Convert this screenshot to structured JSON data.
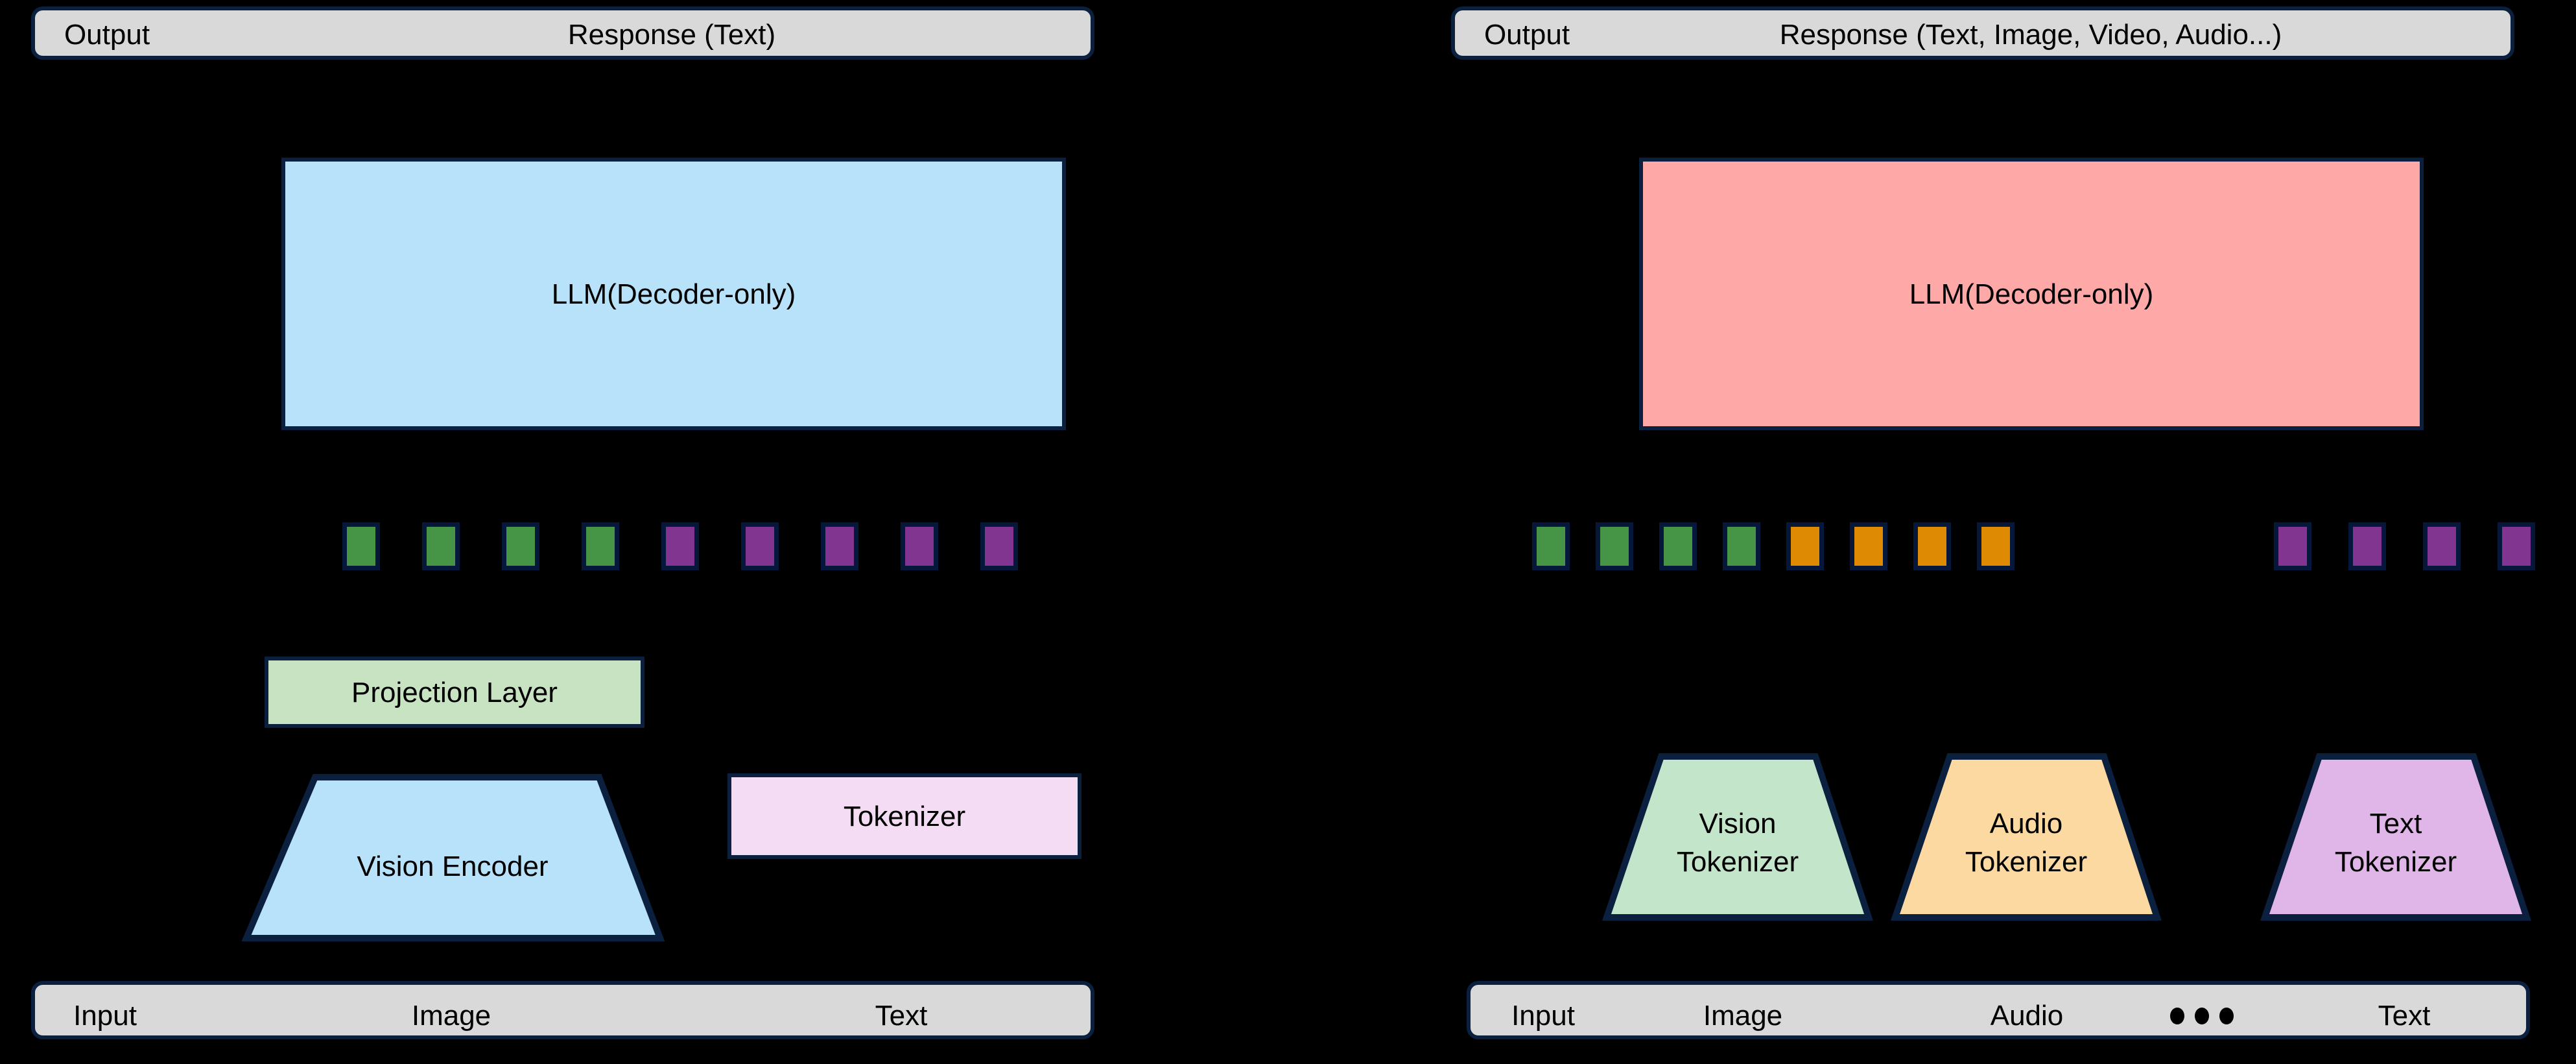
{
  "colors": {
    "background": "#000000",
    "border": "#0B1F3F",
    "token_border": "#05173A",
    "bar_fill": "#D9D9D9",
    "llm_left_fill": "#B8E2FA",
    "llm_right_fill": "#FFA8A8",
    "projection_fill": "#C7E3C2",
    "vision_encoder_fill": "#B8E2FA",
    "tokenizer_fill": "#F4DCF4",
    "vision_tokenizer_fill": "#C3E6CB",
    "audio_tokenizer_fill": "#FCD9A0",
    "text_tokenizer_fill": "#E0B5E8",
    "token_green": "#469446",
    "token_purple": "#813590",
    "token_orange": "#DF8A03"
  },
  "left_panel": {
    "output_bar": {
      "segments": [
        {
          "label": "Output"
        },
        {
          "label": "Response (Text)"
        }
      ]
    },
    "llm": {
      "label": "LLM(Decoder-only)"
    },
    "tokens": [
      {
        "kind": "green"
      },
      {
        "kind": "green"
      },
      {
        "kind": "green"
      },
      {
        "kind": "green"
      },
      {
        "kind": "purple"
      },
      {
        "kind": "purple"
      },
      {
        "kind": "purple"
      },
      {
        "kind": "purple"
      },
      {
        "kind": "purple"
      }
    ],
    "projection_layer": {
      "label": "Projection Layer"
    },
    "vision_encoder": {
      "label": "Vision Encoder"
    },
    "tokenizer": {
      "label": "Tokenizer"
    },
    "input_bar": {
      "segments": [
        {
          "label": "Input"
        },
        {
          "label": "Image"
        },
        {
          "label": "Text"
        }
      ]
    }
  },
  "right_panel": {
    "output_bar": {
      "segments": [
        {
          "label": "Output"
        },
        {
          "label": "Response (Text, Image, Video, Audio...)"
        }
      ]
    },
    "llm": {
      "label": "LLM(Decoder-only)"
    },
    "tokens": [
      {
        "kind": "green"
      },
      {
        "kind": "green"
      },
      {
        "kind": "green"
      },
      {
        "kind": "green"
      },
      {
        "kind": "orange"
      },
      {
        "kind": "orange"
      },
      {
        "kind": "orange"
      },
      {
        "kind": "orange"
      },
      {
        "kind": "purple"
      },
      {
        "kind": "purple"
      },
      {
        "kind": "purple"
      },
      {
        "kind": "purple"
      }
    ],
    "vision_tokenizer": {
      "label": "Vision\nTokenizer"
    },
    "audio_tokenizer": {
      "label": "Audio\nTokenizer"
    },
    "text_tokenizer": {
      "label": "Text\nTokenizer"
    },
    "input_bar": {
      "segments": [
        {
          "label": "Input"
        },
        {
          "label": "Image"
        },
        {
          "label": "Audio"
        },
        {
          "label": "•••",
          "is_ellipsis": true
        },
        {
          "label": "Text"
        }
      ]
    }
  }
}
